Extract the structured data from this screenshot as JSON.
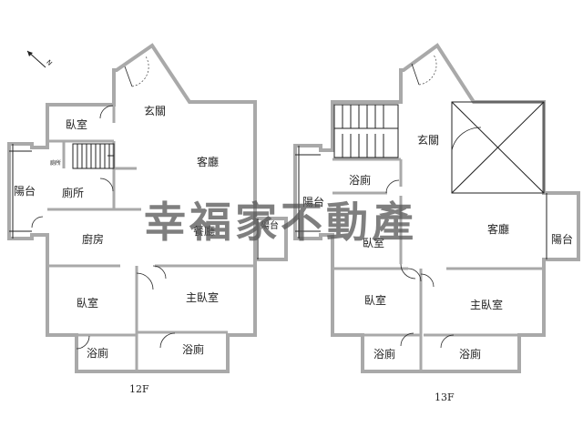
{
  "floor_12f": {
    "label": "12F",
    "rooms": {
      "entrance": "玄關",
      "living_room": "客廳",
      "bedroom_top": "臥室",
      "toilet_small": "廁所",
      "toilet": "廁所",
      "balcony_left": "陽台",
      "kitchen": "廚房",
      "dining_room": "餐廳",
      "balcony_right": "陽台",
      "bedroom_bottom": "臥室",
      "master_bedroom": "主臥室",
      "bathroom_left": "浴廁",
      "bathroom_right": "浴廁"
    }
  },
  "floor_13f": {
    "label": "13F",
    "rooms": {
      "entrance": "玄關",
      "bathroom_top": "浴廁",
      "balcony_left": "陽台",
      "bedroom_middle": "臥室",
      "living_room": "客廳",
      "balcony_right": "陽台",
      "bedroom_bottom": "臥室",
      "master_bedroom": "主臥室",
      "bathroom_left": "浴廁",
      "bathroom_right": "浴廁"
    }
  },
  "north_arrow": {
    "label": "N",
    "icon": "north-arrow-icon"
  },
  "watermark": "幸福家不動產",
  "colors": {
    "wall": "#a9a9a9",
    "ink": "#222222",
    "watermark": "#555555"
  }
}
